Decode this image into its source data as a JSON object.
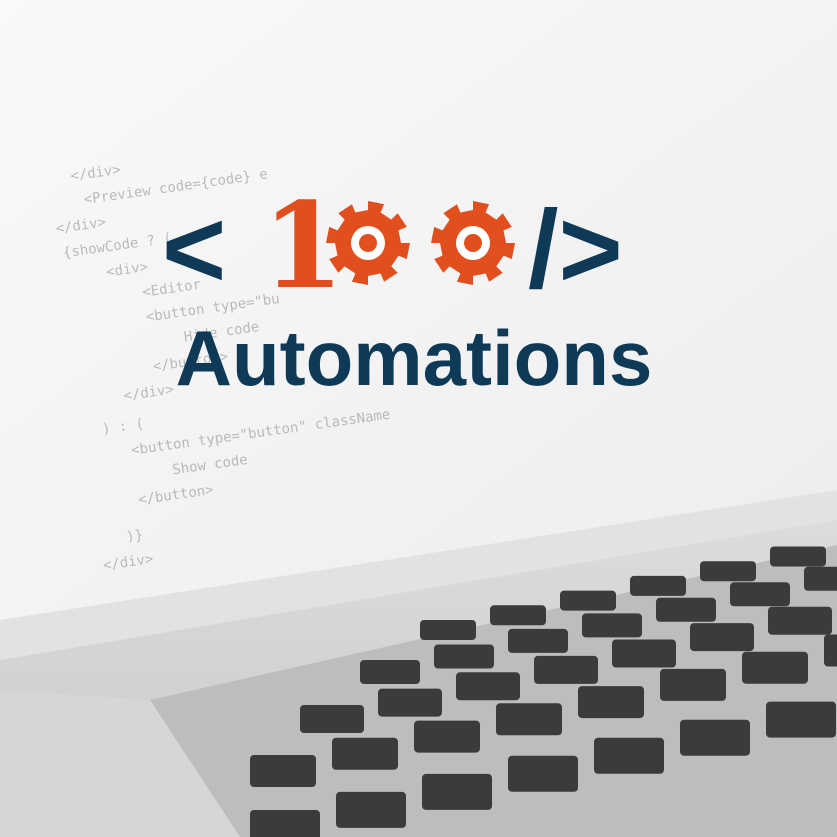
{
  "logo": {
    "open_bracket": "<",
    "digit": "1",
    "close_tag": "/>",
    "word": "Automations",
    "colors": {
      "navy": "#0f3a57",
      "orange": "#e24f1f"
    },
    "gear_icon": "gear-icon"
  },
  "background": {
    "code_lines": [
      "</div>",
      "<Preview code={code} e",
      "</div>",
      "{showCode ? (",
      "<div>",
      "<Editor",
      "<button type=\"bu",
      "Hide code",
      "</button>",
      "</div>",
      ") : (",
      "<button type=\"button\" className",
      "Show code",
      "</button>",
      ")}",
      "</div>"
    ],
    "colors": {
      "screen": "#f7f7f7",
      "keyboard_base": "#cfcfcf",
      "key": "#3a3b3d"
    }
  }
}
